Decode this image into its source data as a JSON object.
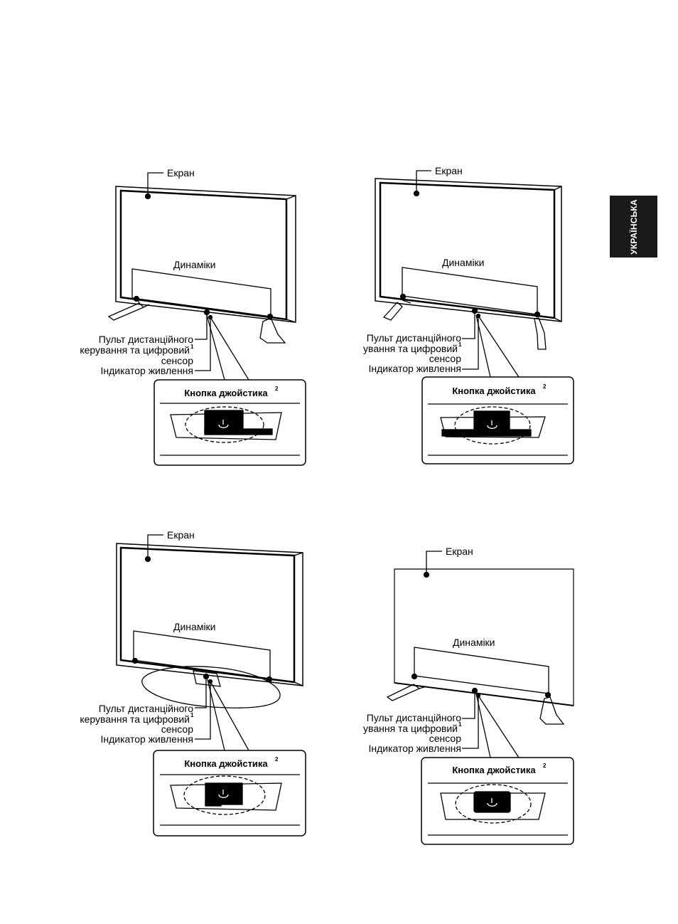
{
  "language_tab": "УКРАЇНСЬКА",
  "labels": {
    "screen": "Екран",
    "speakers": "Динаміки",
    "remote_line1": "Пульт дистанційного",
    "remote_line2": "керування та цифровий",
    "remote_line2_cropped": "ування та цифровий",
    "remote_sup": "1",
    "remote_line3": "сенсор",
    "power_indicator": "Індикатор живлення",
    "joystick": "Кнопка джойстика",
    "joystick_sup": "2"
  }
}
